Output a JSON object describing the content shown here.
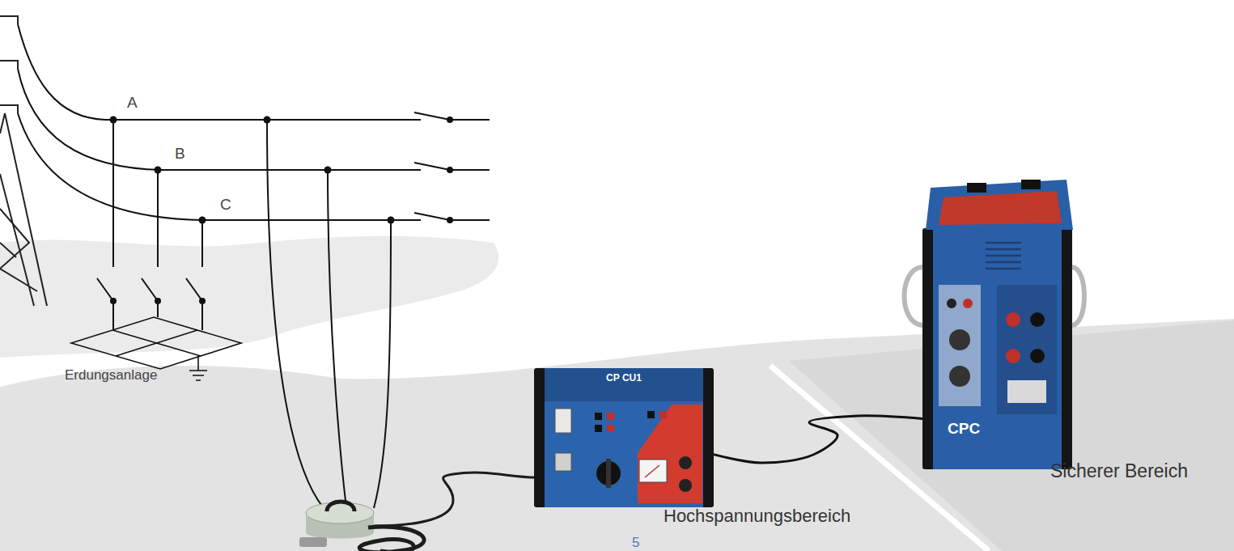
{
  "diagram": {
    "nodes": [
      {
        "text": [
          "CP CU1"
        ]
      },
      {
        "text": [
          "CPC"
        ]
      }
    ],
    "edges": [
      {
        "from": 0,
        "to": 1,
        "arrow": "none"
      }
    ],
    "labels": [
      "A",
      "B",
      "C",
      "Erdungsanlage",
      "Hochspannungsbereich",
      "Sicherer Bereich",
      "5"
    ]
  }
}
